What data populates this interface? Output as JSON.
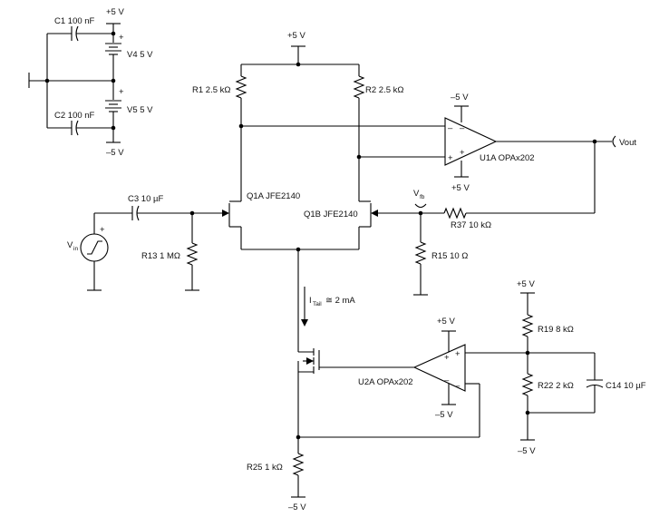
{
  "rails": {
    "pos5": "+5 V",
    "neg5": "–5 V"
  },
  "components": {
    "c1": "C1 100 nF",
    "c2": "C2 100 nF",
    "v4": "V4 5 V",
    "v5": "V5 5 V",
    "r1": "R1 2.5 kΩ",
    "r2": "R2 2.5 kΩ",
    "u1a": "U1A OPAx202",
    "q1a": "Q1A JFE2140",
    "q1b": "Q1B JFE2140",
    "c3": "C3 10 µF",
    "r13": "R13 1 MΩ",
    "r37": "R37 10 kΩ",
    "r15": "R15 10 Ω",
    "r19": "R19 8 kΩ",
    "r22": "R22 2 kΩ",
    "c14": "C14 10 µF",
    "u2a": "U2A OPAx202",
    "r25": "R25 1 kΩ"
  },
  "nets": {
    "vout": "Vout",
    "vfb_main": "V",
    "vfb_sub": "fb",
    "vin_main": "V",
    "vin_sub": "in",
    "itail_main": "I",
    "itail_sub": "Tail",
    "itail_value": " ≅  2 mA"
  },
  "pins": {
    "plus": "+",
    "minus": "–"
  }
}
